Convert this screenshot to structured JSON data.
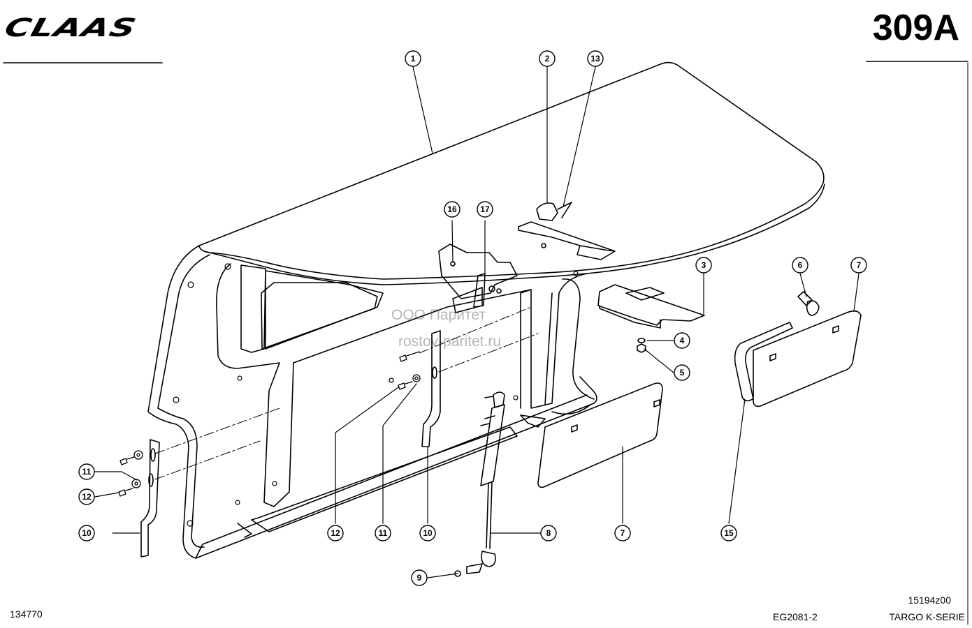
{
  "brand": "CLAAS",
  "sheet_number": "309A",
  "footer": {
    "doc_number": "134770",
    "figure_code": "EG2081-2",
    "drawing_code": "15194z00",
    "series": "TARGO K-SERIE"
  },
  "watermark": {
    "line1": "ООО Паритет",
    "line2": "rostov-paritet.ru"
  },
  "callouts": {
    "c1": "1",
    "c2": "2",
    "c3": "3",
    "c4": "4",
    "c5": "5",
    "c6": "6",
    "c7a": "7",
    "c7b": "7",
    "c8": "8",
    "c9": "9",
    "c10a": "10",
    "c10b": "10",
    "c11a": "11",
    "c11b": "11",
    "c12a": "12",
    "c12b": "12",
    "c13": "13",
    "c15": "15",
    "c16": "16",
    "c17": "17"
  }
}
